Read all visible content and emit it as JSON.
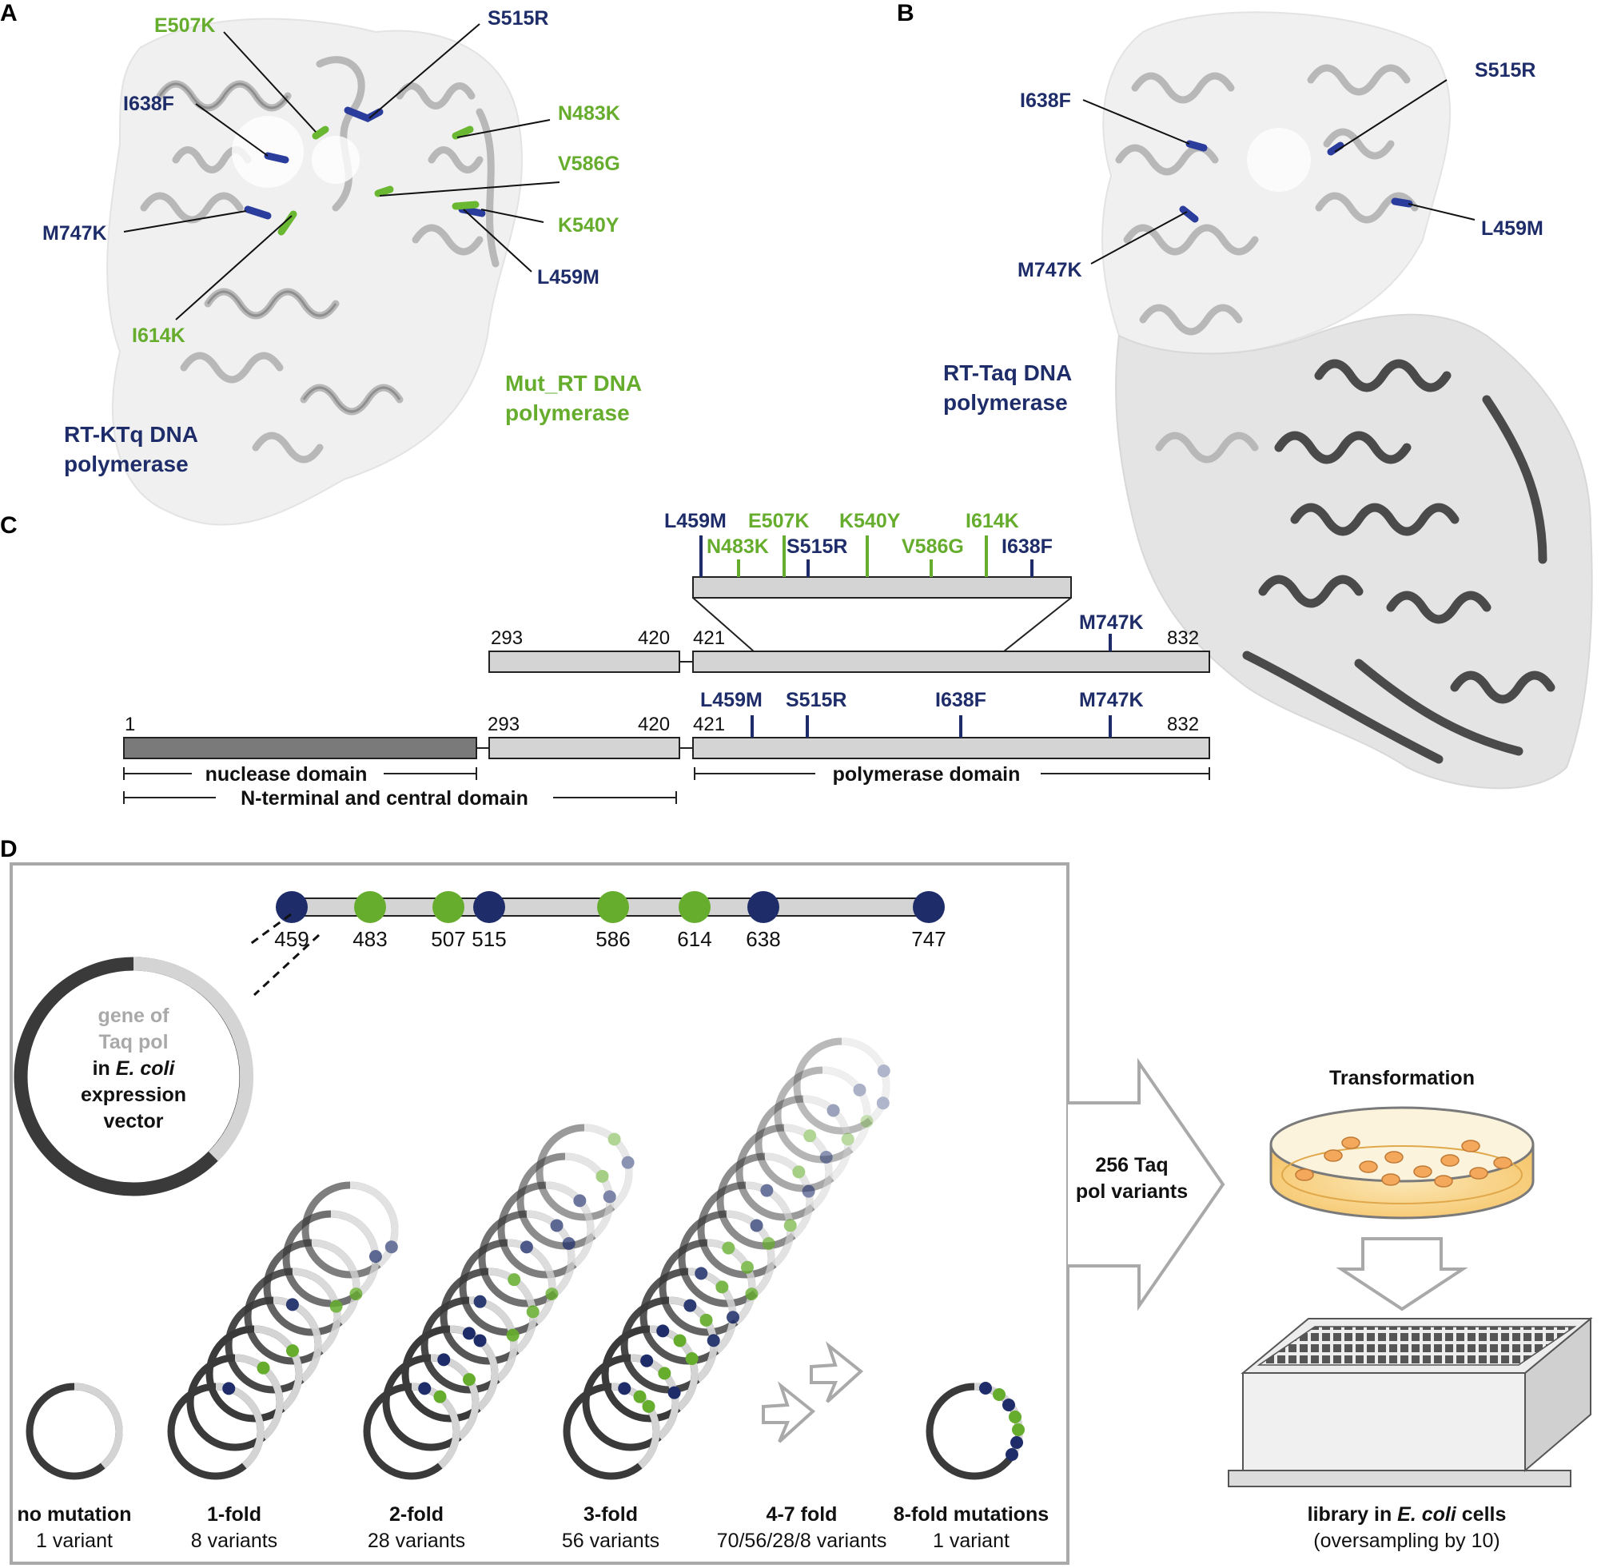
{
  "panels": {
    "a": "A",
    "b": "B",
    "c": "C",
    "d": "D"
  },
  "colors": {
    "blue": "#1e2d69",
    "green": "#66ad2e",
    "gray_dark": "#3a3a3a",
    "gray_light": "#d4d4d4",
    "frame": "#a9a9a9"
  },
  "panel_a": {
    "mutations": {
      "e507k": "E507K",
      "s515r": "S515R",
      "i638f": "I638F",
      "n483k": "N483K",
      "v586g": "V586G",
      "k540y": "K540Y",
      "m747k": "M747K",
      "l459m": "L459M",
      "i614k": "I614K"
    },
    "label_rtktq_1": "RT-KTq DNA",
    "label_rtktq_2": "polymerase",
    "label_mutrt_1": "Mut_RT DNA",
    "label_mutrt_2": "polymerase"
  },
  "panel_b": {
    "mutations": {
      "i638f": "I638F",
      "s515r": "S515R",
      "l459m": "L459M",
      "m747k": "M747K"
    },
    "label_1": "RT-Taq DNA",
    "label_2": "polymerase"
  },
  "panel_c": {
    "top_blue": {
      "l459m": "L459M",
      "s515r": "S515R",
      "i638f": "I638F"
    },
    "top_green": {
      "n483k": "N483K",
      "e507k": "E507K",
      "k540y": "K540Y",
      "v586g": "V586G",
      "i614k": "I614K"
    },
    "mid": {
      "n293": "293",
      "n420": "420",
      "n421": "421",
      "n832": "832",
      "m747k": "M747K"
    },
    "bottom": {
      "n1": "1",
      "n293": "293",
      "n420": "420",
      "n421": "421",
      "n832": "832",
      "l459m": "L459M",
      "s515r": "S515R",
      "i638f": "I638F",
      "m747k": "M747K",
      "nuclease": "nuclease domain",
      "nterm": "N-terminal and central domain",
      "polymerase": "polymerase domain"
    }
  },
  "panel_d": {
    "positions": [
      "459",
      "483",
      "507",
      "515",
      "586",
      "614",
      "638",
      "747"
    ],
    "position_colors": [
      "blue",
      "green",
      "green",
      "blue",
      "green",
      "green",
      "blue",
      "blue"
    ],
    "plasmid_text": {
      "l1": "gene of",
      "l2": "Taq pol",
      "l3": "in ",
      "l3_italic": "E. coli",
      "l4": "expression",
      "l5": "vector"
    },
    "arrow_text_1": "256 Taq",
    "arrow_text_2": "pol variants",
    "transformation": "Transformation",
    "library_1": "library in ",
    "library_italic": "E. coli",
    "library_2": " cells",
    "oversampling": "(oversampling by 10)",
    "groups": [
      {
        "title": "no mutation",
        "count": "1 variant"
      },
      {
        "title": "1-fold",
        "count": "8 variants"
      },
      {
        "title": "2-fold",
        "count": "28 variants"
      },
      {
        "title": "3-fold",
        "count": "56 variants"
      },
      {
        "title": "4-7 fold",
        "count": "70/56/28/8 variants"
      },
      {
        "title": "8-fold mutations",
        "count": "1 variant"
      }
    ]
  }
}
